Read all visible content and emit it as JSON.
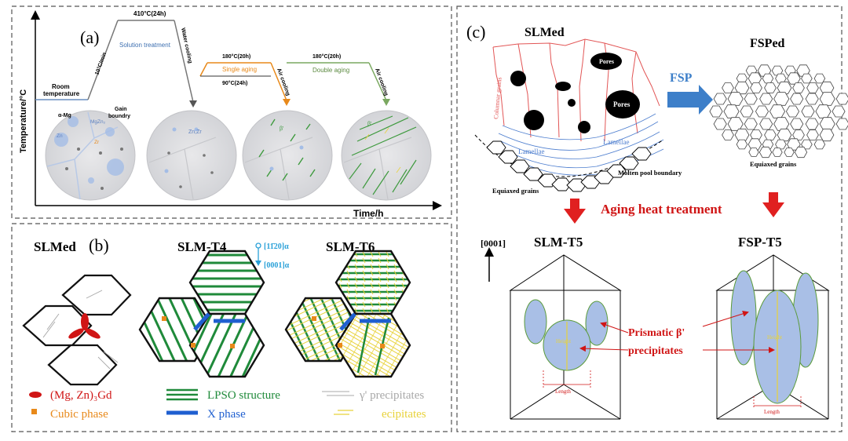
{
  "panel_a": {
    "label": "(a)",
    "y_axis": "Temperature/°C",
    "x_axis": "Time/h",
    "room_temp": [
      "Room",
      "temperature"
    ],
    "heating_rate": "10°C/min",
    "solution_temp": "410°C(24h)",
    "solution_treatment": "Solution treatment",
    "water_cooling": "Water cooling",
    "single_aging_t1": "180°C(20h)",
    "single_aging": "Single aging",
    "single_aging_t2": "90°C(24h)",
    "air_cooling_1": "Air cooling",
    "double_aging_t": "180°C(20h)",
    "double_aging": "Double aging",
    "air_cooling_2": "Air cooling",
    "alpha_mg": "α-Mg",
    "grain_boundary": [
      "Gain",
      "boundry"
    ],
    "zn": "Zn",
    "mgzn2": "MgZn₂",
    "zr": "Zr",
    "znzr": "Zn,Zr",
    "beta_prime": "β'",
    "beta_double": "β'"
  },
  "panel_b": {
    "label": "(b)",
    "slmed": "SLMed",
    "slm_t4": "SLM-T4",
    "slm_t6": "SLM-T6",
    "dir1": "[11̄20]α",
    "dir2": "[0001]α",
    "legend": {
      "mgzngd": "(Mg, Zn)₃Gd",
      "lpso": "LPSO structure",
      "gamma": "γ' precipitates",
      "cubic": "Cubic phase",
      "xphase": "X phase",
      "ecip": "ecipitates"
    }
  },
  "panel_c": {
    "label": "(c)",
    "slmed": "SLMed",
    "fsped": "FSPed",
    "fsp": "FSP",
    "columnar": "Columnar grains",
    "pores1": "Pores",
    "pores2": "Pores",
    "lamellae1": "Lamellae",
    "lamellae2": "Lamellae",
    "molten": "Molten pool boundary",
    "equiaxed1": "Equiaxed grains",
    "equiaxed2": "Equiaxed grains",
    "aging": "Aging heat treatment",
    "dir": "[0001]",
    "slm_t5": "SLM-T5",
    "fsp_t5": "FSP-T5",
    "prismatic": [
      "Prismatic β'",
      "precipitates"
    ],
    "height1": "Height",
    "height2": "Height",
    "length1": "Length",
    "length2": "Length"
  },
  "colors": {
    "frame": "#555555",
    "red": "#e02020",
    "green": "#1f8a3a",
    "blue": "#1f5fd0",
    "orange": "#e8891a",
    "yellow": "#e8d23a",
    "ellipse": "#a9bfe6",
    "fsp_arrow": "#3d7fc9"
  }
}
